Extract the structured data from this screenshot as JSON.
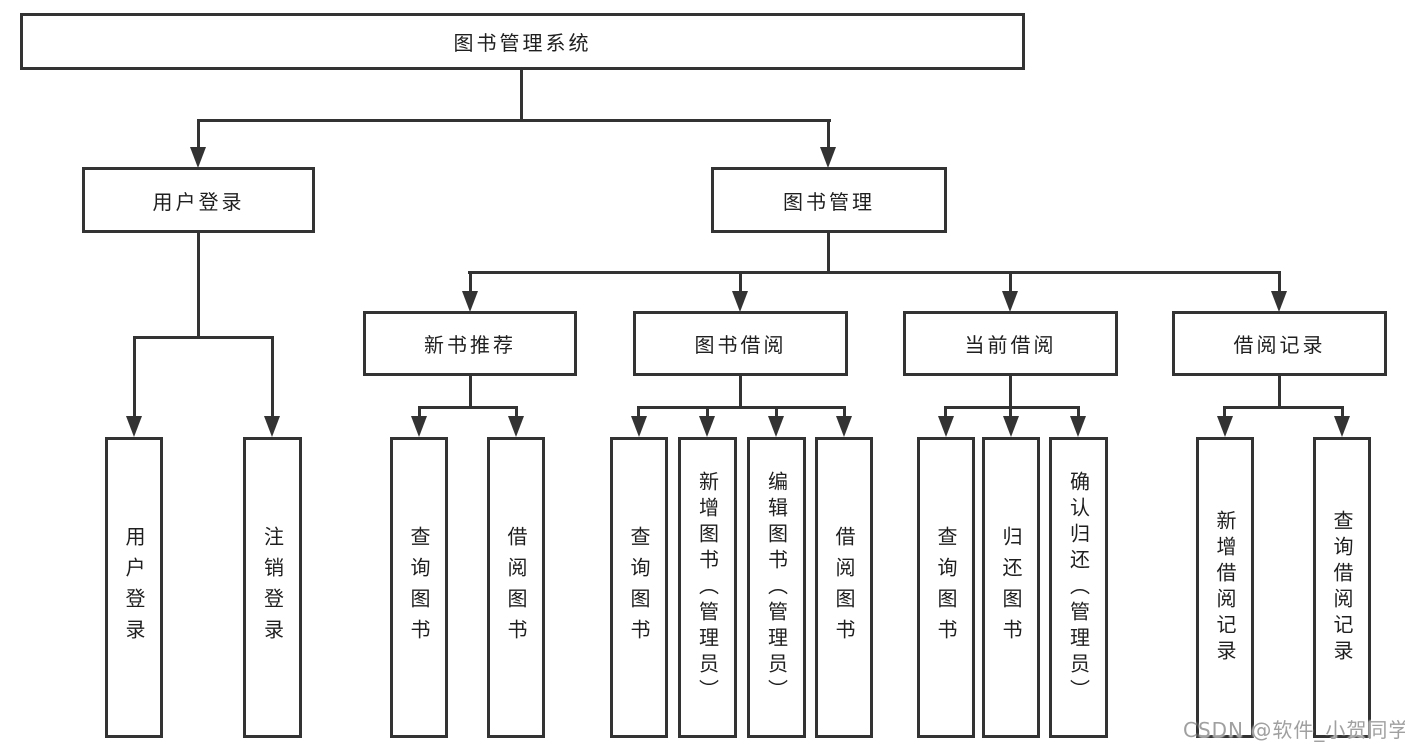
{
  "tree": {
    "root": {
      "label": "图书管理系统"
    },
    "children": [
      {
        "label": "用户登录",
        "children": [
          {
            "label": "用户登录"
          },
          {
            "label": "注销登录"
          }
        ]
      },
      {
        "label": "图书管理",
        "children": [
          {
            "label": "新书推荐",
            "children": [
              {
                "label": "查询图书"
              },
              {
                "label": "借阅图书"
              }
            ]
          },
          {
            "label": "图书借阅",
            "children": [
              {
                "label": "查询图书"
              },
              {
                "label": "新增图书（管理员）"
              },
              {
                "label": "编辑图书（管理员）"
              },
              {
                "label": "借阅图书"
              }
            ]
          },
          {
            "label": "当前借阅",
            "children": [
              {
                "label": "查询图书"
              },
              {
                "label": "归还图书"
              },
              {
                "label": "确认归还（管理员）"
              }
            ]
          },
          {
            "label": "借阅记录",
            "children": [
              {
                "label": "新增借阅记录"
              },
              {
                "label": "查询借阅记录"
              }
            ]
          }
        ]
      }
    ]
  },
  "watermark": {
    "text": "CSDN @软件_小贺同学"
  },
  "colors": {
    "line": "#333333",
    "text": "#1f1f1f",
    "watermark": "#a0a0a0",
    "background": "#ffffff"
  }
}
